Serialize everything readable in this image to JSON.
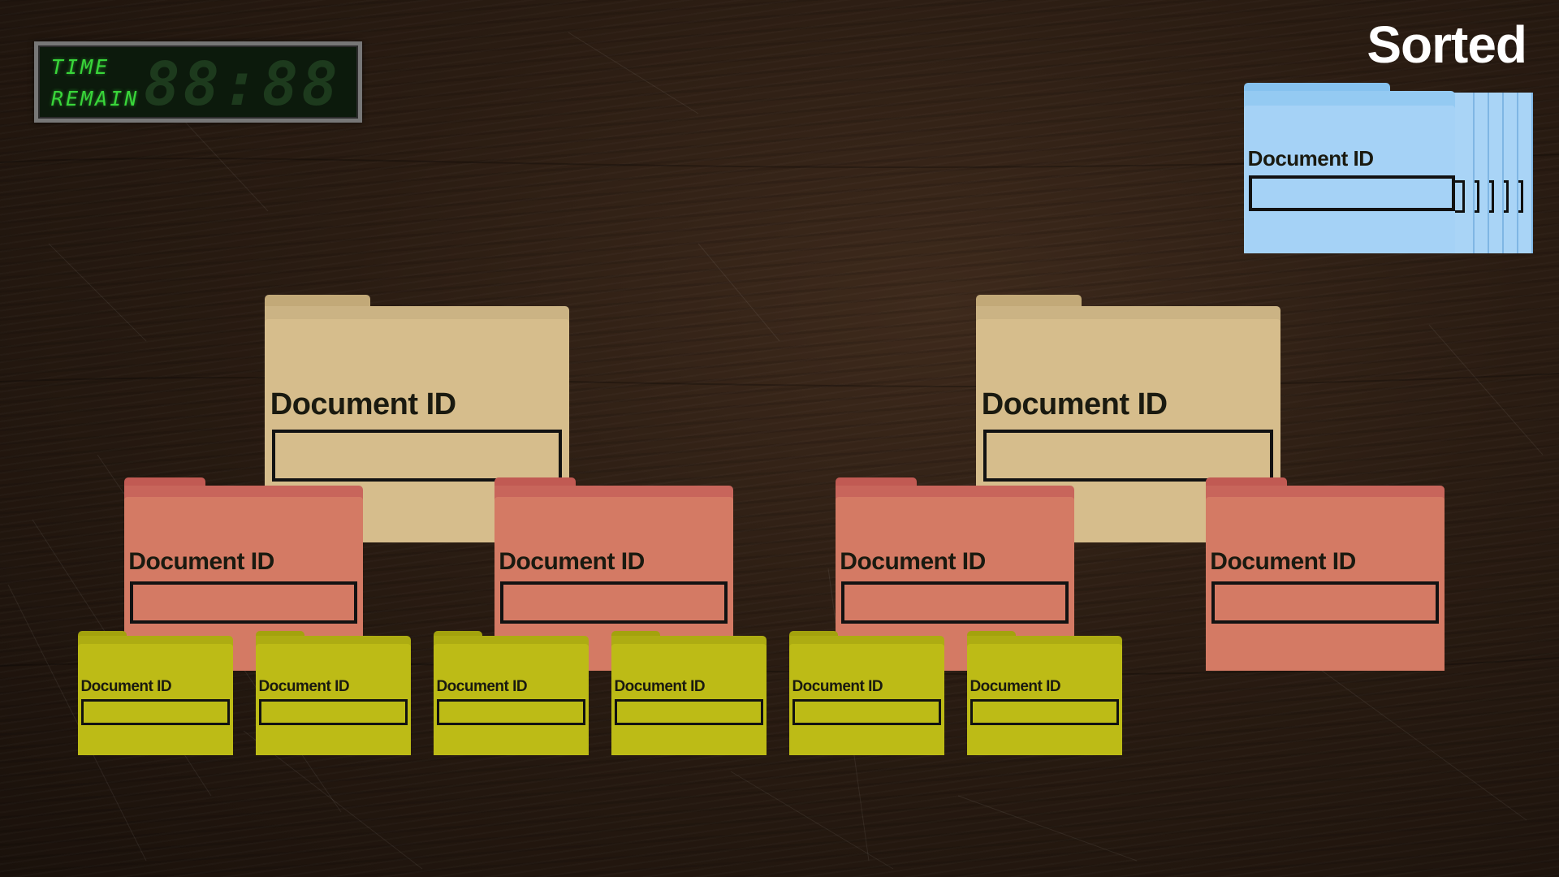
{
  "timer": {
    "label_line1": "TIME",
    "label_line2": "REMAIN",
    "ghost_digits": "88:88",
    "display": "",
    "color": "#3ce53c"
  },
  "sorted": {
    "title": "Sorted",
    "folder_label": "Document ID",
    "folder_color": "#a5d2f6",
    "stacked_count": 6
  },
  "tree": {
    "root_folders": [
      {
        "label": "Document ID",
        "color": "#d6bd8c"
      },
      {
        "label": "Document ID",
        "color": "#d6bd8c"
      }
    ],
    "mid_folders": [
      {
        "label": "Document ID",
        "color": "#d47a64"
      },
      {
        "label": "Document ID",
        "color": "#d47a64"
      },
      {
        "label": "Document ID",
        "color": "#d47a64"
      },
      {
        "label": "Document ID",
        "color": "#d47a64"
      }
    ],
    "leaf_folders": [
      {
        "label": "Document ID",
        "color": "#bdbb16"
      },
      {
        "label": "Document ID",
        "color": "#bdbb16"
      },
      {
        "label": "Document ID",
        "color": "#bdbb16"
      },
      {
        "label": "Document ID",
        "color": "#bdbb16"
      },
      {
        "label": "Document ID",
        "color": "#bdbb16"
      },
      {
        "label": "Document ID",
        "color": "#bdbb16"
      }
    ]
  }
}
